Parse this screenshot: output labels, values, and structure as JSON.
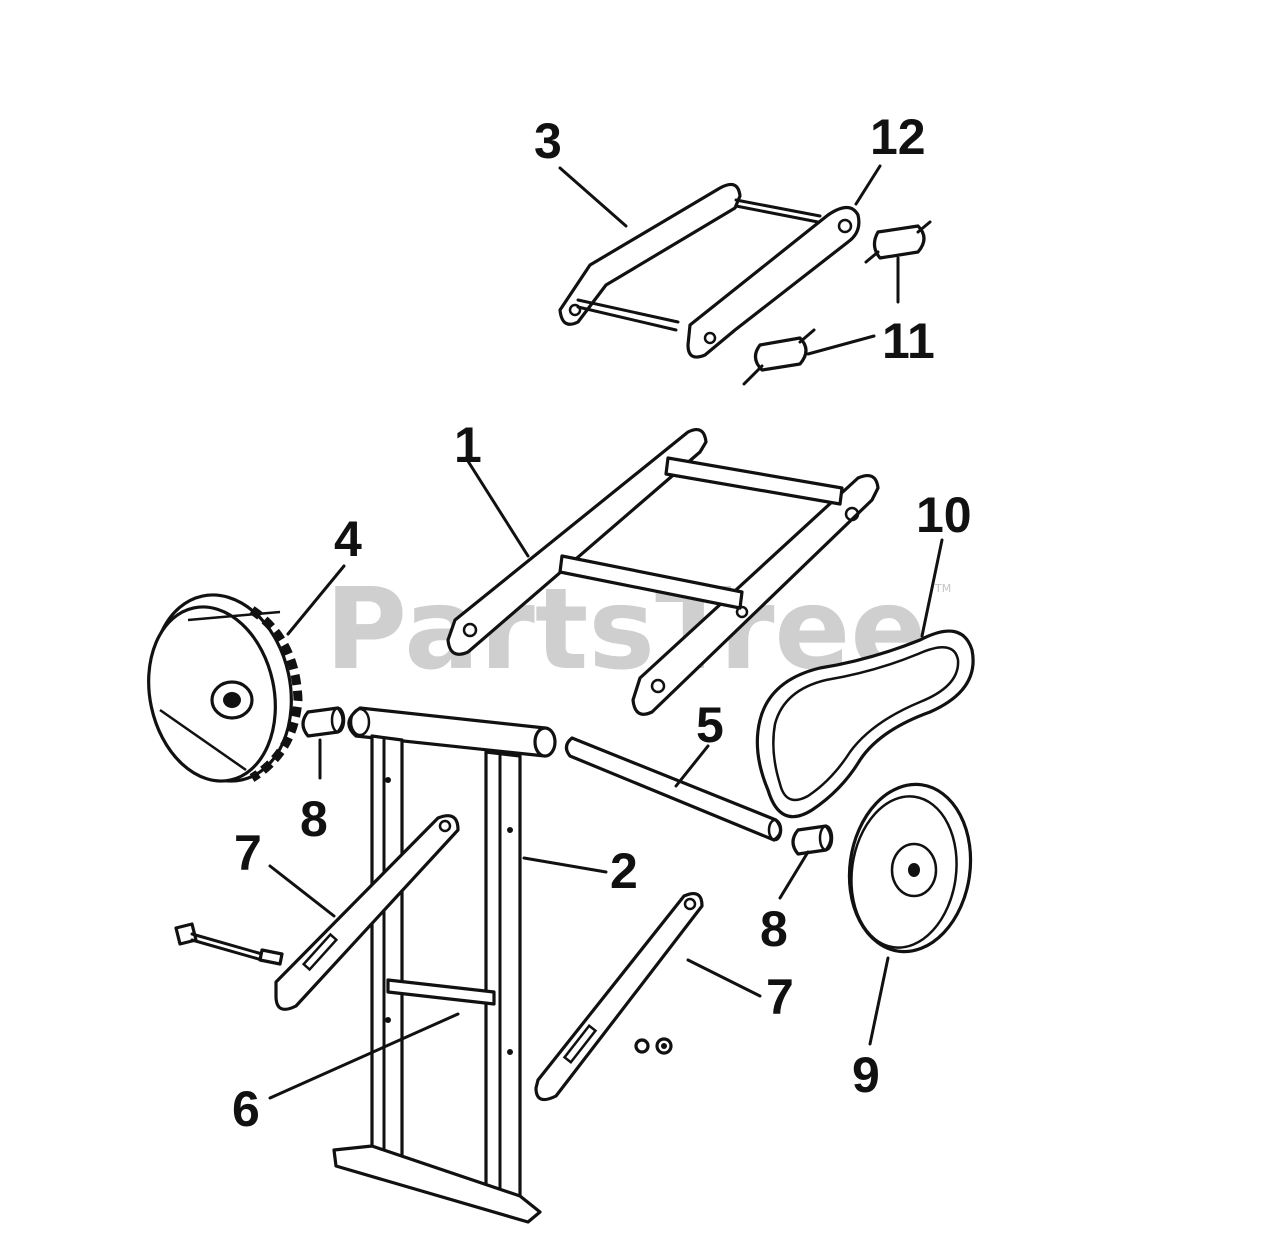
{
  "watermark": {
    "text": "PartsTree",
    "tm": "TM"
  },
  "callouts": [
    {
      "id": "label-1",
      "text": "1"
    },
    {
      "id": "label-2",
      "text": "2"
    },
    {
      "id": "label-3",
      "text": "3"
    },
    {
      "id": "label-4",
      "text": "4"
    },
    {
      "id": "label-5",
      "text": "5"
    },
    {
      "id": "label-6",
      "text": "6"
    },
    {
      "id": "label-7-left",
      "text": "7"
    },
    {
      "id": "label-7-right",
      "text": "7"
    },
    {
      "id": "label-8-left",
      "text": "8"
    },
    {
      "id": "label-8-right",
      "text": "8"
    },
    {
      "id": "label-9",
      "text": "9"
    },
    {
      "id": "label-10",
      "text": "10"
    },
    {
      "id": "label-11",
      "text": "11"
    },
    {
      "id": "label-12",
      "text": "12"
    }
  ]
}
